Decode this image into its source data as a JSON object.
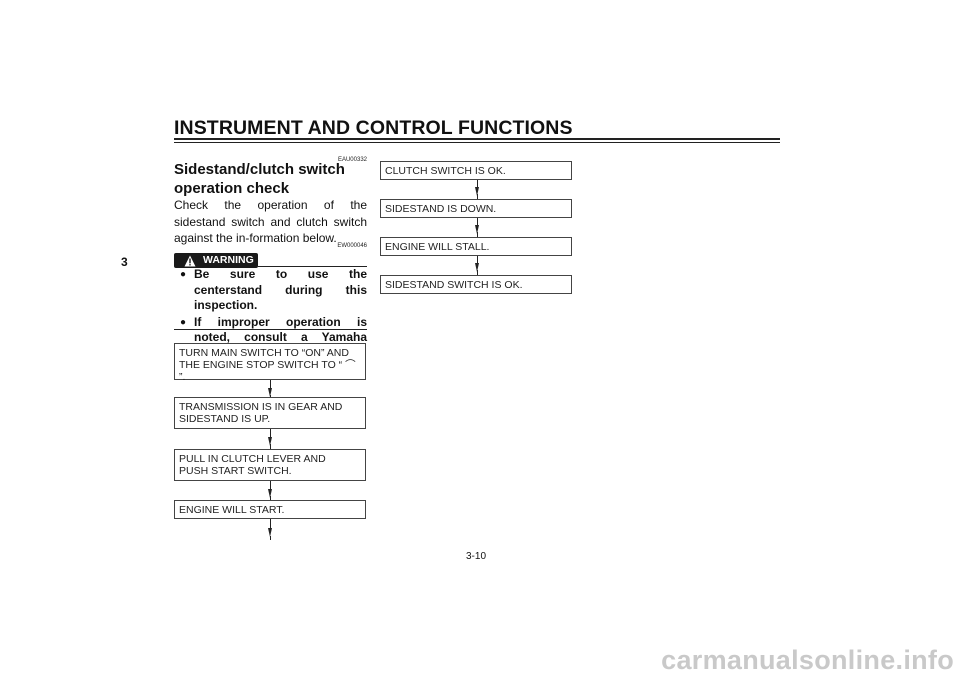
{
  "header": {
    "title": "INSTRUMENT AND CONTROL FUNCTIONS"
  },
  "chapter_tab": "3",
  "section": {
    "code": "EAU00332",
    "title": "Sidestand/clutch switch operation check",
    "body": "Check the operation of the sidestand switch and clutch switch against the in-formation below."
  },
  "warning": {
    "code": "EW000046",
    "label": "WARNING",
    "items": [
      "Be sure to use the centerstand during this inspection.",
      "If improper operation is noted, consult a Yamaha dealer."
    ]
  },
  "flow_left": [
    "TURN MAIN SWITCH TO “ON” AND\nTHE ENGINE STOP SWITCH TO “ ⌒ ”.",
    "TRANSMISSION IS IN GEAR AND\nSIDESTAND IS UP.",
    "PULL IN CLUTCH LEVER AND\nPUSH START SWITCH.",
    "ENGINE WILL START."
  ],
  "flow_right": [
    "CLUTCH SWITCH IS OK.",
    "SIDESTAND IS DOWN.",
    "ENGINE WILL STALL.",
    "SIDESTAND SWITCH IS OK."
  ],
  "page_number": "3-10",
  "watermark": "carmanualsonline.info",
  "icons": {
    "warning": "warning-triangle-icon",
    "run_symbol": "engine-run-icon",
    "bullet": "bullet-icon"
  }
}
